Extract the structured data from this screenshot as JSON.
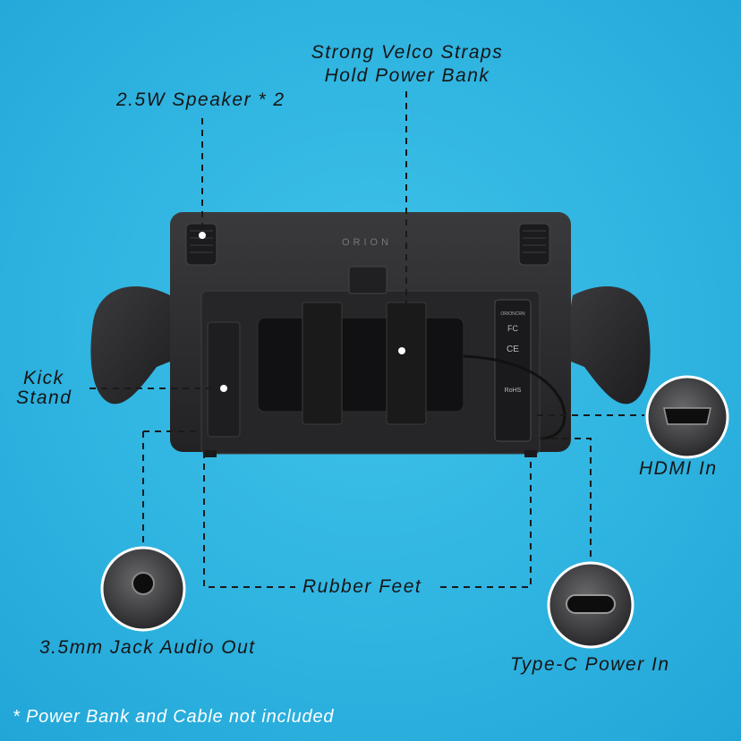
{
  "labels": {
    "speaker": "2.5W Speaker * 2",
    "straps_line1": "Strong Velco Straps",
    "straps_line2": "Hold Power Bank",
    "kick_line1": "Kick",
    "kick_line2": "Stand",
    "hdmi": "HDMI In",
    "rubber_feet": "Rubber Feet",
    "jack": "3.5mm Jack Audio Out",
    "typec": "Type-C Power In"
  },
  "device": {
    "brand": "ORION",
    "panel_texts": [
      "ORIONCRN",
      "FC",
      "CE",
      "RoHS"
    ]
  },
  "footnote": "* Power Bank and Cable not included",
  "colors": {
    "background": "#2fb3e0",
    "device_body": "#2b2b2d",
    "text": "#151515",
    "footnote": "#ffffff"
  }
}
